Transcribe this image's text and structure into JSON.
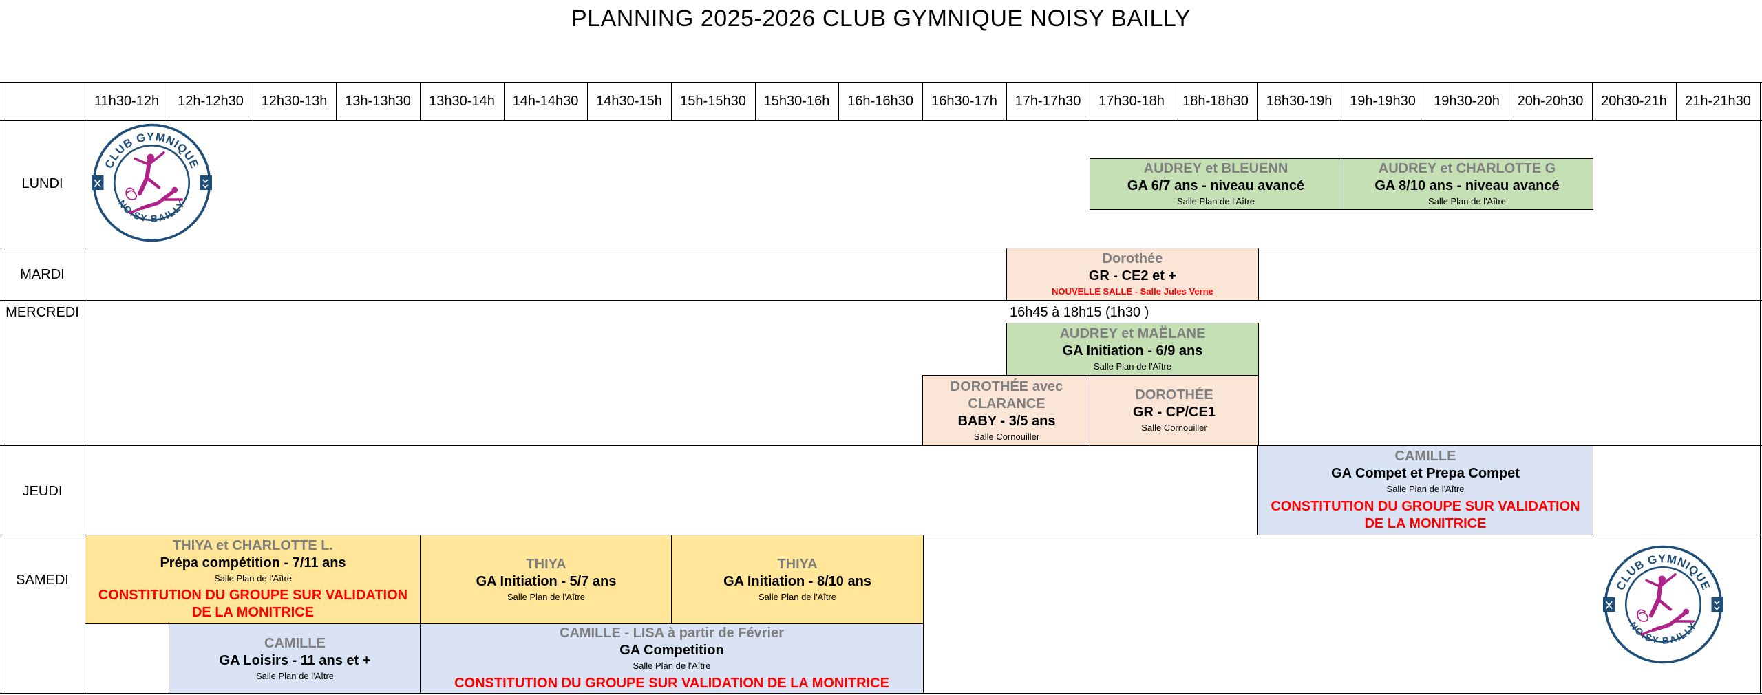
{
  "title": "PLANNING 2025-2026 CLUB GYMNIQUE NOISY BAILLY",
  "time_slots": [
    "11h30-12h",
    "12h-12h30",
    "12h30-13h",
    "13h-13h30",
    "13h30-14h",
    "14h-14h30",
    "14h30-15h",
    "15h-15h30",
    "15h30-16h",
    "16h-16h30",
    "16h30-17h",
    "17h-17h30",
    "17h30-18h",
    "18h-18h30",
    "18h30-19h",
    "19h-19h30",
    "19h30-20h",
    "20h-20h30",
    "20h30-21h",
    "21h-21h30"
  ],
  "days": {
    "lundi": "LUNDI",
    "mardi": "MARDI",
    "mercredi": "MERCREDI",
    "jeudi": "JEUDI",
    "samedi": "SAMEDI"
  },
  "logo": {
    "top_text": "CLUB GYMNIQUE",
    "bottom_text": "NOISY BAILLY",
    "color_ring": "#1f4e79",
    "color_figure": "#b0218a"
  },
  "sessions": {
    "lundi_1": {
      "coach": "AUDREY et BLEUENN",
      "group": "GA 6/7 ans - niveau avancé",
      "room": "Salle Plan de l'Aître"
    },
    "lundi_2": {
      "coach": "AUDREY et CHARLOTTE G",
      "group": "GA 8/10  ans - niveau avancé",
      "room": "Salle Plan de l'Aître"
    },
    "mardi_1": {
      "coach": "Dorothée",
      "group": "GR - CE2 et +",
      "room": "NOUVELLE SALLE  - Salle Jules Verne"
    },
    "mercredi_note": "16h45 à 18h15 (1h30 )",
    "mercredi_1": {
      "coach": "AUDREY et MAËLANE",
      "group": "GA Initiation - 6/9 ans",
      "room": "Salle Plan de l'Aître"
    },
    "mercredi_2": {
      "coach": "DOROTHÉE avec CLARANCE",
      "group": "BABY - 3/5 ans",
      "room": "Salle Cornouiller"
    },
    "mercredi_3": {
      "coach": "DOROTHÉE",
      "group": "GR - CP/CE1",
      "room": "Salle Cornouiller"
    },
    "jeudi_1": {
      "coach": "CAMILLE",
      "group": "GA Compet et Prepa Compet",
      "room": "Salle Plan de l'Aître",
      "warning": "CONSTITUTION DU GROUPE SUR VALIDATION DE LA MONITRICE"
    },
    "samedi_1": {
      "coach": "THIYA et CHARLOTTE L.",
      "group": "Prépa compétition -  7/11 ans",
      "room": "Salle Plan de l'Aître",
      "warning": "CONSTITUTION DU GROUPE SUR VALIDATION DE LA MONITRICE"
    },
    "samedi_2": {
      "coach": "THIYA",
      "group": "GA Initiation -  5/7 ans",
      "room": "Salle Plan de l'Aître"
    },
    "samedi_3": {
      "coach": "THIYA",
      "group": "GA Initiation - 8/10 ans",
      "room": "Salle Plan de l'Aître"
    },
    "samedi_4": {
      "coach": "CAMILLE",
      "group": "GA Loisirs -  11 ans et +",
      "room": "Salle Plan de l'Aître"
    },
    "samedi_5": {
      "coach": "CAMILLE - LISA à partir de Février",
      "group": "GA Competition",
      "room": "Salle Plan de l'Aître",
      "warning": "CONSTITUTION DU GROUPE SUR VALIDATION DE LA MONITRICE"
    }
  },
  "colors": {
    "green": "#c5e0b4",
    "peach": "#fbe5d6",
    "blue": "#dae3f3",
    "yellow": "#ffe699",
    "warning_red": "#ff0000",
    "coach_grey": "#7f7f7f"
  }
}
